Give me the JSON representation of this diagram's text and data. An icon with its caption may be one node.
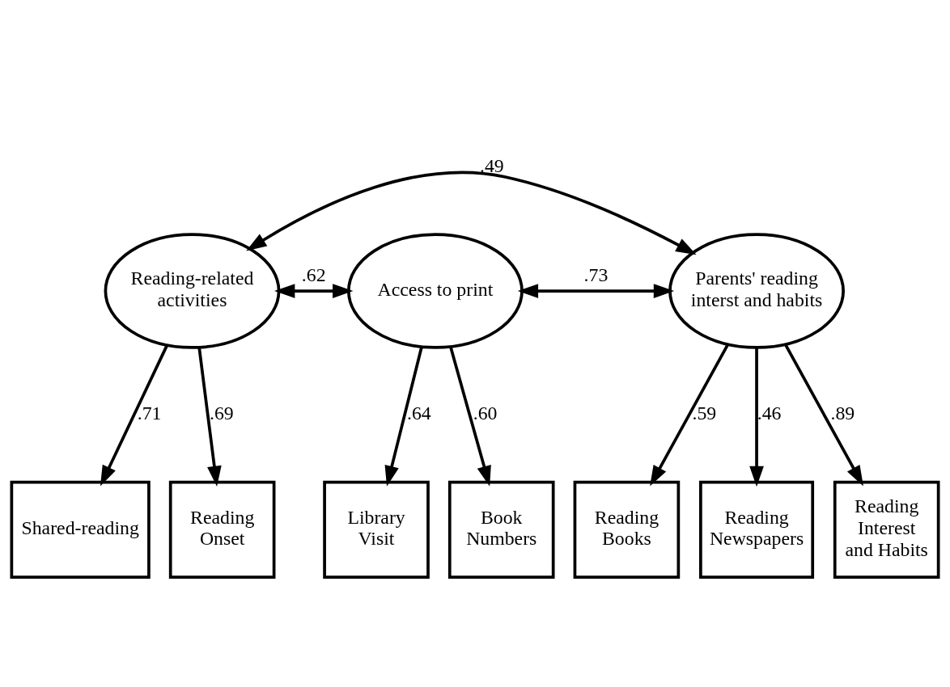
{
  "diagram": {
    "nodes": [
      {
        "text": [
          "Reading-related activities"
        ]
      },
      {
        "text": [
          "Access to print"
        ]
      },
      {
        "text": [
          "Parents' reading interst and habits"
        ]
      },
      {
        "text": [
          "Shared-reading"
        ]
      },
      {
        "text": [
          "Reading Onset"
        ]
      },
      {
        "text": [
          "Library Visit"
        ]
      },
      {
        "text": [
          "Book Numbers"
        ]
      },
      {
        "text": [
          "Reading Books"
        ]
      },
      {
        "text": [
          "Reading Newspapers"
        ]
      },
      {
        "text": [
          "Reading Interest and Habits"
        ]
      }
    ],
    "edges": [
      {
        "from": 0,
        "to": 2,
        "arrow": "both",
        "label": ".49"
      },
      {
        "from": 0,
        "to": 1,
        "arrow": "both",
        "label": ".62"
      },
      {
        "from": 1,
        "to": 2,
        "arrow": "both",
        "label": ".73"
      },
      {
        "from": 0,
        "to": 3,
        "arrow": "to",
        "label": ".71"
      },
      {
        "from": 0,
        "to": 4,
        "arrow": "to",
        "label": ".69"
      },
      {
        "from": 1,
        "to": 5,
        "arrow": "to",
        "label": ".64"
      },
      {
        "from": 1,
        "to": 6,
        "arrow": "to",
        "label": ".60"
      },
      {
        "from": 2,
        "to": 7,
        "arrow": "to",
        "label": ".59"
      },
      {
        "from": 2,
        "to": 8,
        "arrow": "to",
        "label": ".46"
      },
      {
        "from": 2,
        "to": 9,
        "arrow": "to",
        "label": ".89"
      }
    ]
  }
}
